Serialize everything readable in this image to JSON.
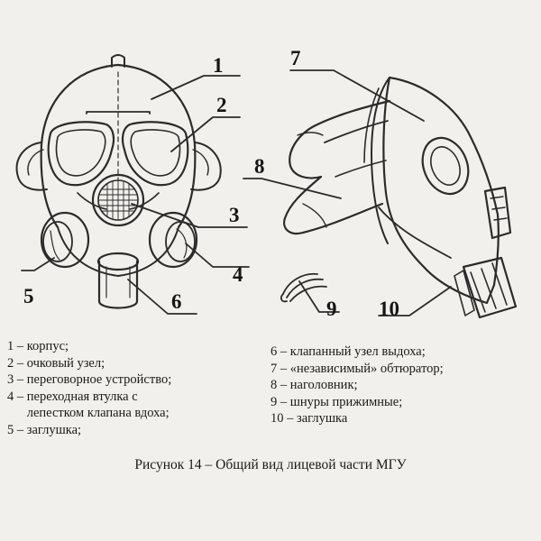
{
  "callouts": [
    "1",
    "2",
    "3",
    "4",
    "5",
    "6",
    "7",
    "8",
    "9",
    "10"
  ],
  "legend_left": [
    "1 – корпус;",
    "2 –  очковый узел;",
    "3 – переговорное устройство;",
    "4 – переходная втулка с",
    "      лепестком клапана вдоха;",
    "5 – заглушка;"
  ],
  "legend_right": [
    "6 – клапанный узел выдоха;",
    "7 – «независимый» обтюратор;",
    "8 – наголовник;",
    "9 – шнуры прижимные;",
    "10 – заглушка"
  ],
  "caption": "Рисунок 14 – Общий вид лицевой части МГУ"
}
